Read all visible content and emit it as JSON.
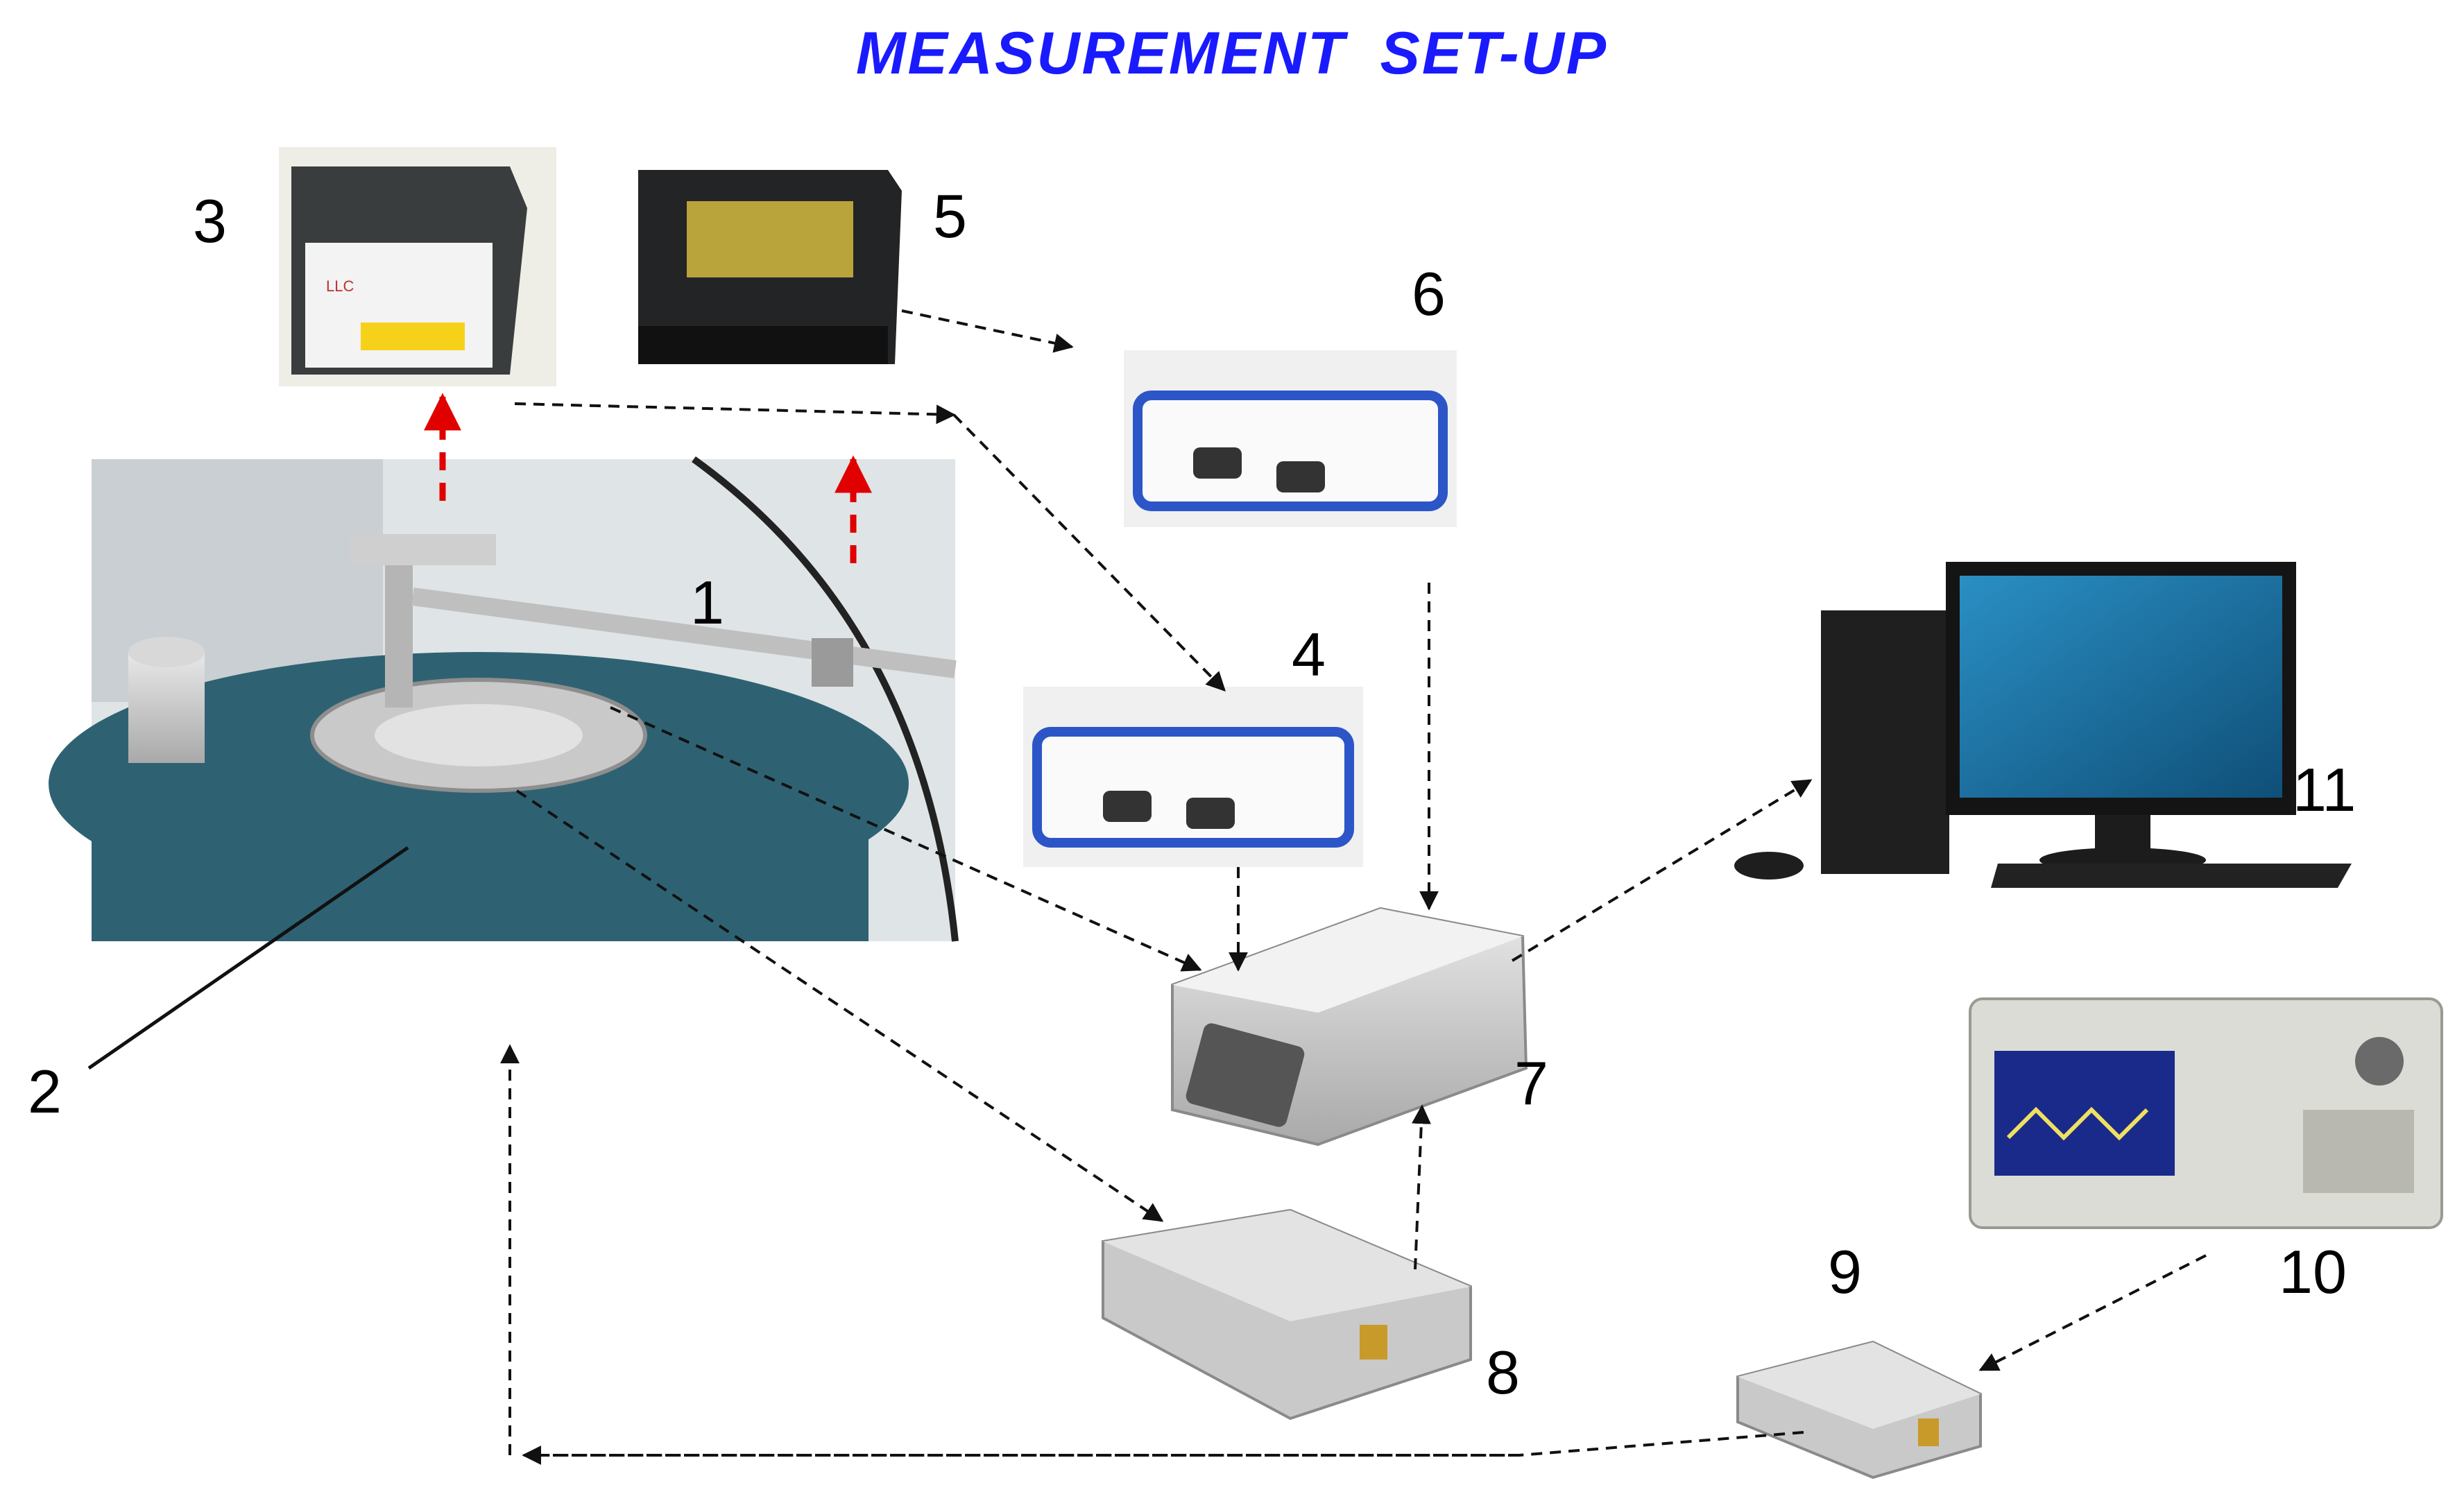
{
  "title": "MEASUREMENT  SET-UP",
  "colors": {
    "title": "#1a1aff",
    "connector": "#111111",
    "laser_arrow": "#e00000",
    "shaker_body": "#2e6273",
    "device_blue": "#2c56c8",
    "monitor_screen": "#1f7fb0"
  },
  "components": [
    {
      "id": "1",
      "label": "1",
      "name": "shaker-with-cantilever-photo"
    },
    {
      "id": "2",
      "label": "2",
      "name": "shaker-table"
    },
    {
      "id": "3",
      "label": "3",
      "name": "laser-sensor-3"
    },
    {
      "id": "4",
      "label": "4",
      "name": "sensor-controller-4"
    },
    {
      "id": "5",
      "label": "5",
      "name": "laser-sensor-5"
    },
    {
      "id": "6",
      "label": "6",
      "name": "sensor-controller-6"
    },
    {
      "id": "7",
      "label": "7",
      "name": "data-acquisition-card"
    },
    {
      "id": "8",
      "label": "8",
      "name": "amplifier-8"
    },
    {
      "id": "9",
      "label": "9",
      "name": "amplifier-9"
    },
    {
      "id": "10",
      "label": "10",
      "name": "function-generator"
    },
    {
      "id": "11",
      "label": "11",
      "name": "computer"
    }
  ],
  "icons": {
    "laser-sensor": "laser-sensor-icon",
    "controller": "controller-box-icon",
    "daq": "daq-box-icon",
    "amplifier": "amplifier-icon",
    "generator": "function-generator-icon",
    "computer": "computer-icon"
  }
}
